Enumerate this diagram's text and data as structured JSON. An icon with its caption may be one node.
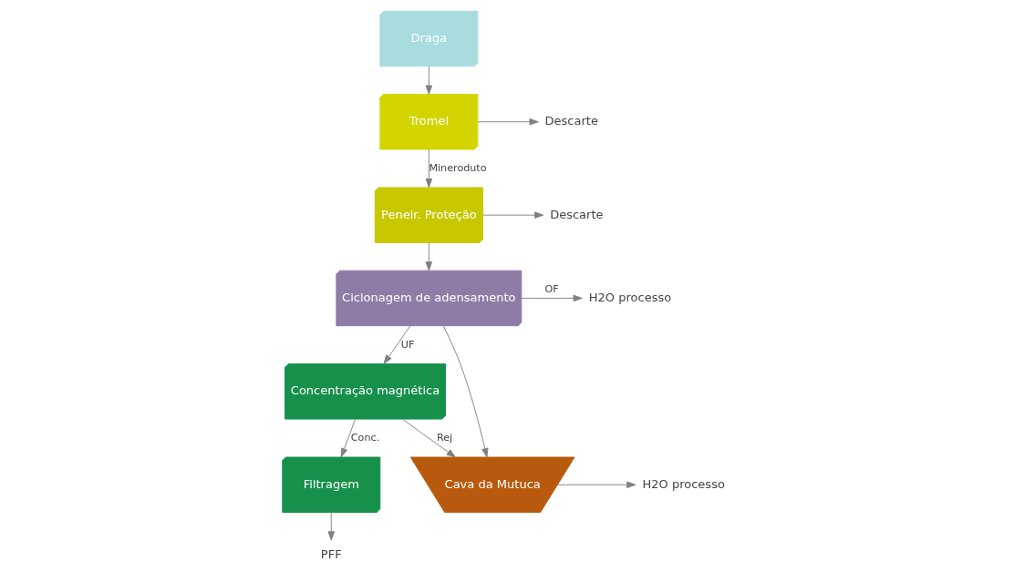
{
  "diagram": {
    "nodes": [
      {
        "text": [
          "Draga"
        ]
      },
      {
        "text": [
          "Tromel"
        ]
      },
      {
        "text": [
          "Descarte"
        ]
      },
      {
        "text": [
          "Peneir. Proteção"
        ]
      },
      {
        "text": [
          "Descarte"
        ]
      },
      {
        "text": [
          "Ciclonagem de adensamento"
        ]
      },
      {
        "text": [
          "H2O processo"
        ]
      },
      {
        "text": [
          "Concentração magnética"
        ]
      },
      {
        "text": [
          "Filtragem"
        ]
      },
      {
        "text": [
          "PFF"
        ]
      },
      {
        "text": [
          "Cava da Mutuca"
        ]
      },
      {
        "text": [
          "H2O processo"
        ]
      }
    ],
    "edges": [
      {
        "from": 0,
        "to": 1,
        "arrow": "to"
      },
      {
        "from": 1,
        "to": 2,
        "arrow": "to"
      },
      {
        "from": 1,
        "to": 3,
        "arrow": "to",
        "label": "Mineroduto"
      },
      {
        "from": 3,
        "to": 4,
        "arrow": "to"
      },
      {
        "from": 3,
        "to": 5,
        "arrow": "to"
      },
      {
        "from": 5,
        "to": 6,
        "arrow": "to",
        "label": "OF"
      },
      {
        "from": 5,
        "to": 10,
        "arrow": "to"
      },
      {
        "from": 5,
        "to": 7,
        "arrow": "to",
        "label": "UF"
      },
      {
        "from": 7,
        "to": 10,
        "arrow": "to",
        "label": "Rej"
      },
      {
        "from": 7,
        "to": 8,
        "arrow": "to",
        "label": "Conc."
      },
      {
        "from": 8,
        "to": 9,
        "arrow": "to"
      },
      {
        "from": 10,
        "to": 11,
        "arrow": "to"
      }
    ]
  }
}
